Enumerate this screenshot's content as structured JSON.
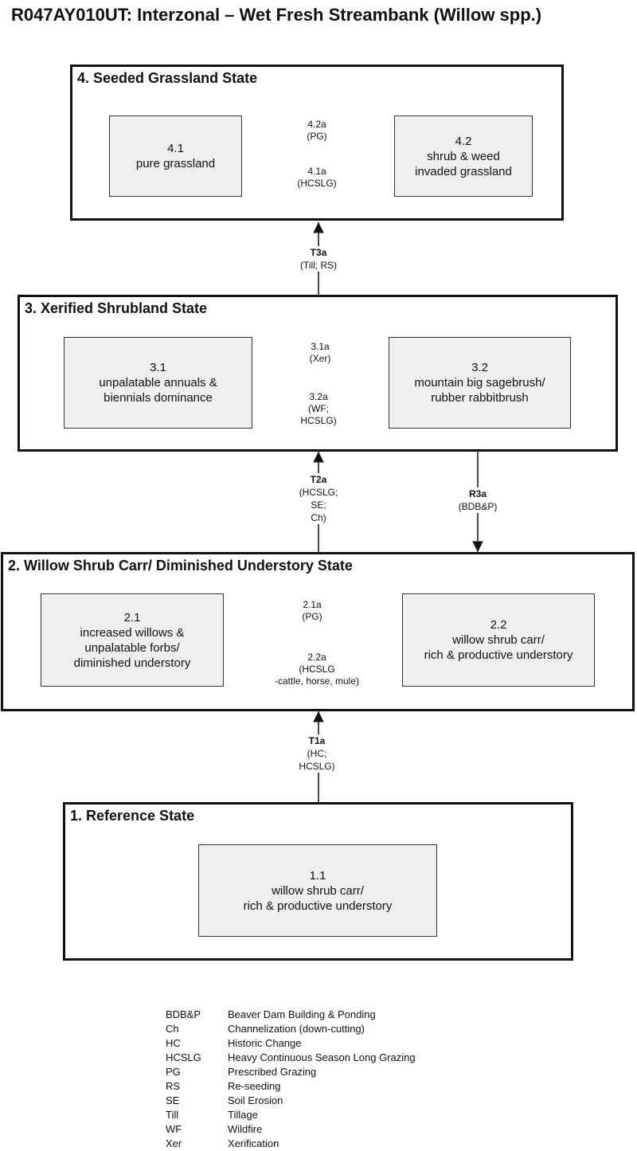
{
  "title": "R047AY010UT: Interzonal – Wet Fresh Streambank (Willow spp.)",
  "states": [
    {
      "id": "4",
      "title": "4. Seeded Grassland State",
      "phases": [
        {
          "id": "4.1",
          "lines": [
            "4.1",
            "pure grassland"
          ]
        },
        {
          "id": "4.2",
          "lines": [
            "4.2",
            "shrub & weed",
            "invaded grassland"
          ]
        }
      ],
      "pathways": [
        {
          "id": "4.2a",
          "lines": [
            "4.2a",
            "(PG)"
          ]
        },
        {
          "id": "4.1a",
          "lines": [
            "4.1a",
            "(HCSLG)"
          ]
        }
      ]
    },
    {
      "id": "3",
      "title": "3. Xerified Shrubland State",
      "phases": [
        {
          "id": "3.1",
          "lines": [
            "3.1",
            "unpalatable annuals &",
            "biennials dominance"
          ]
        },
        {
          "id": "3.2",
          "lines": [
            "3.2",
            "mountain big sagebrush/",
            "rubber rabbitbrush"
          ]
        }
      ],
      "pathways": [
        {
          "id": "3.1a",
          "lines": [
            "3.1a",
            "(Xer)"
          ]
        },
        {
          "id": "3.2a",
          "lines": [
            "3.2a",
            "(WF;",
            "HCSLG)"
          ]
        }
      ]
    },
    {
      "id": "2",
      "title": "2. Willow Shrub Carr/ Diminished Understory State",
      "phases": [
        {
          "id": "2.1",
          "lines": [
            "2.1",
            "increased willows &",
            "unpalatable forbs/",
            "diminished understory"
          ]
        },
        {
          "id": "2.2",
          "lines": [
            "2.2",
            "willow shrub carr/",
            "rich & productive understory"
          ]
        }
      ],
      "pathways": [
        {
          "id": "2.1a",
          "lines": [
            "2.1a",
            "(PG)"
          ]
        },
        {
          "id": "2.2a",
          "lines": [
            "2.2a",
            "(HCSLG",
            "-cattle, horse, mule)"
          ]
        }
      ]
    },
    {
      "id": "1",
      "title": "1. Reference State",
      "phases": [
        {
          "id": "1.1",
          "lines": [
            "1.1",
            "willow shrub carr/",
            "rich & productive understory"
          ]
        }
      ],
      "pathways": []
    }
  ],
  "transitions": [
    {
      "id": "T3a",
      "lines": [
        "(Till; RS)"
      ]
    },
    {
      "id": "T2a",
      "lines": [
        "(HCSLG;",
        "SE;",
        "Ch)"
      ]
    },
    {
      "id": "R3a",
      "lines": [
        "(BDB&P)"
      ]
    },
    {
      "id": "T1a",
      "lines": [
        "(HC;",
        "HCSLG)"
      ]
    }
  ],
  "legend": [
    {
      "abbr": "BDB&P",
      "meaning": "Beaver Dam Building & Ponding"
    },
    {
      "abbr": "Ch",
      "meaning": "Channelization (down-cutting)"
    },
    {
      "abbr": "HC",
      "meaning": "Historic Change"
    },
    {
      "abbr": "HCSLG",
      "meaning": "Heavy Continuous Season Long Grazing"
    },
    {
      "abbr": "PG",
      "meaning": "Prescribed Grazing"
    },
    {
      "abbr": "RS",
      "meaning": "Re-seeding"
    },
    {
      "abbr": "SE",
      "meaning": "Soil Erosion"
    },
    {
      "abbr": "Till",
      "meaning": "Tillage"
    },
    {
      "abbr": "WF",
      "meaning": "Wildfire"
    },
    {
      "abbr": "Xer",
      "meaning": "Xerification"
    }
  ]
}
